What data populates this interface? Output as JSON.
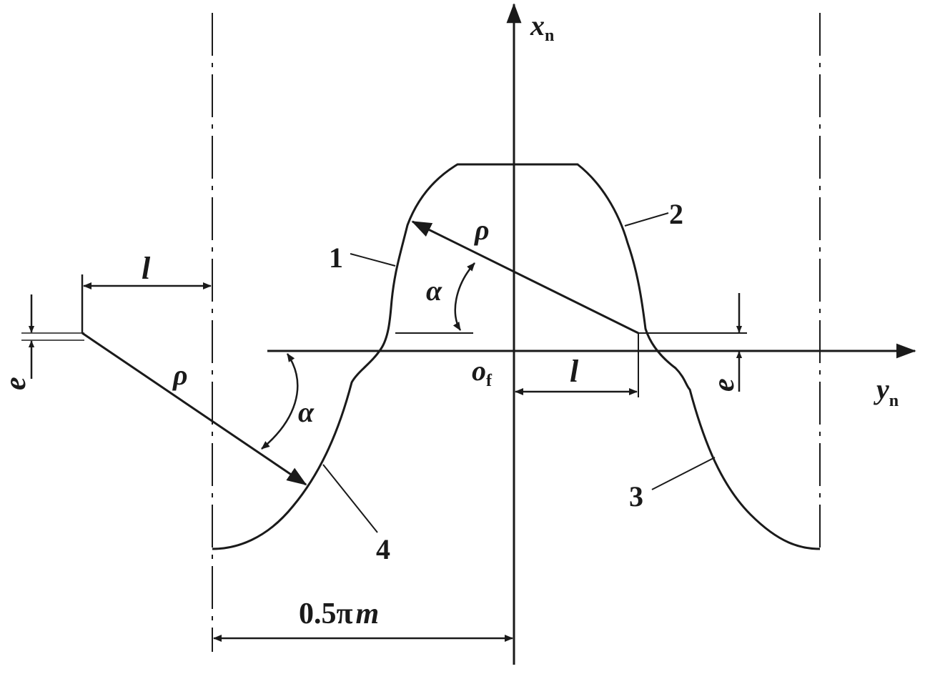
{
  "axes": {
    "x_axis": {
      "letter": "x",
      "subscript": "n"
    },
    "y_axis": {
      "letter": "y",
      "subscript": "n"
    },
    "origin": {
      "letter": "o",
      "subscript": "f"
    }
  },
  "dimensions": {
    "offset_length": "l",
    "offset_height": "e",
    "radius": "ρ",
    "angle": "α",
    "half_pitch": {
      "value": "0.5π",
      "unit": "m"
    }
  },
  "curve_labels": [
    "1",
    "2",
    "3",
    "4"
  ]
}
